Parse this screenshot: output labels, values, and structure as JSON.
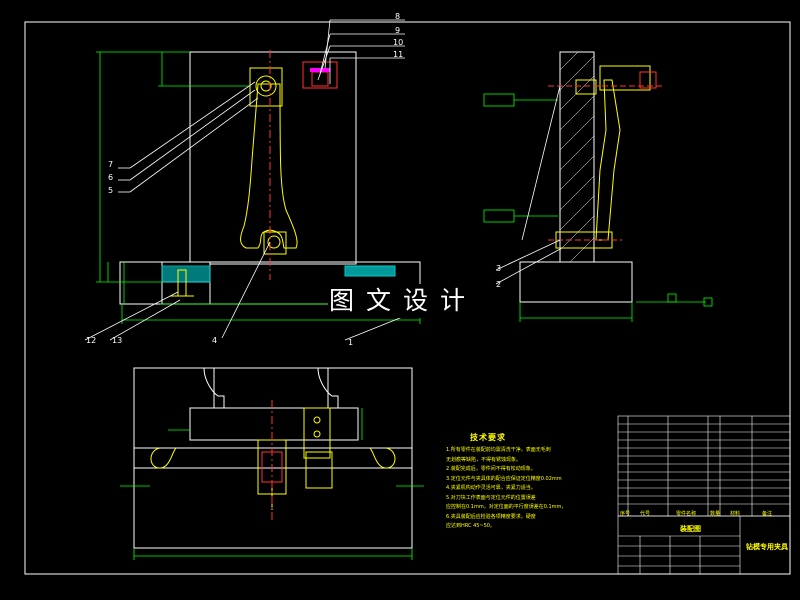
{
  "watermark": "图文设计",
  "callouts": [
    "8",
    "9",
    "10",
    "11",
    "7",
    "6",
    "5",
    "12",
    "13",
    "4",
    "1",
    "3",
    "2"
  ],
  "notes": {
    "title": "技术要求",
    "items": [
      "1.所有零件在装配前均需清洗干净，表面无毛刺",
      "  无划痕等缺陷，不得有锈蚀现象。",
      "2.装配完成后，零件间不得有松动现象。",
      "3.定位元件与夹具体的配合应保证定位精度0.02mm",
      "4.夹紧机构动作灵活可靠，夹紧力适当。",
      "5.对刀块工作表面与定位元件的位置误差",
      "  应控制在0.1mm，对定位面的平行度误差在0.1mm，",
      "6.夹具装配后应检验各项精度要求，硬度",
      "  应达到HRC 45~50。"
    ]
  },
  "title_block": {
    "drawing_title": "装配图",
    "part_name": "钻模专用夹具",
    "header_row": [
      "序号",
      "代号",
      "零件名称",
      "数量",
      "材料",
      "备注"
    ]
  }
}
